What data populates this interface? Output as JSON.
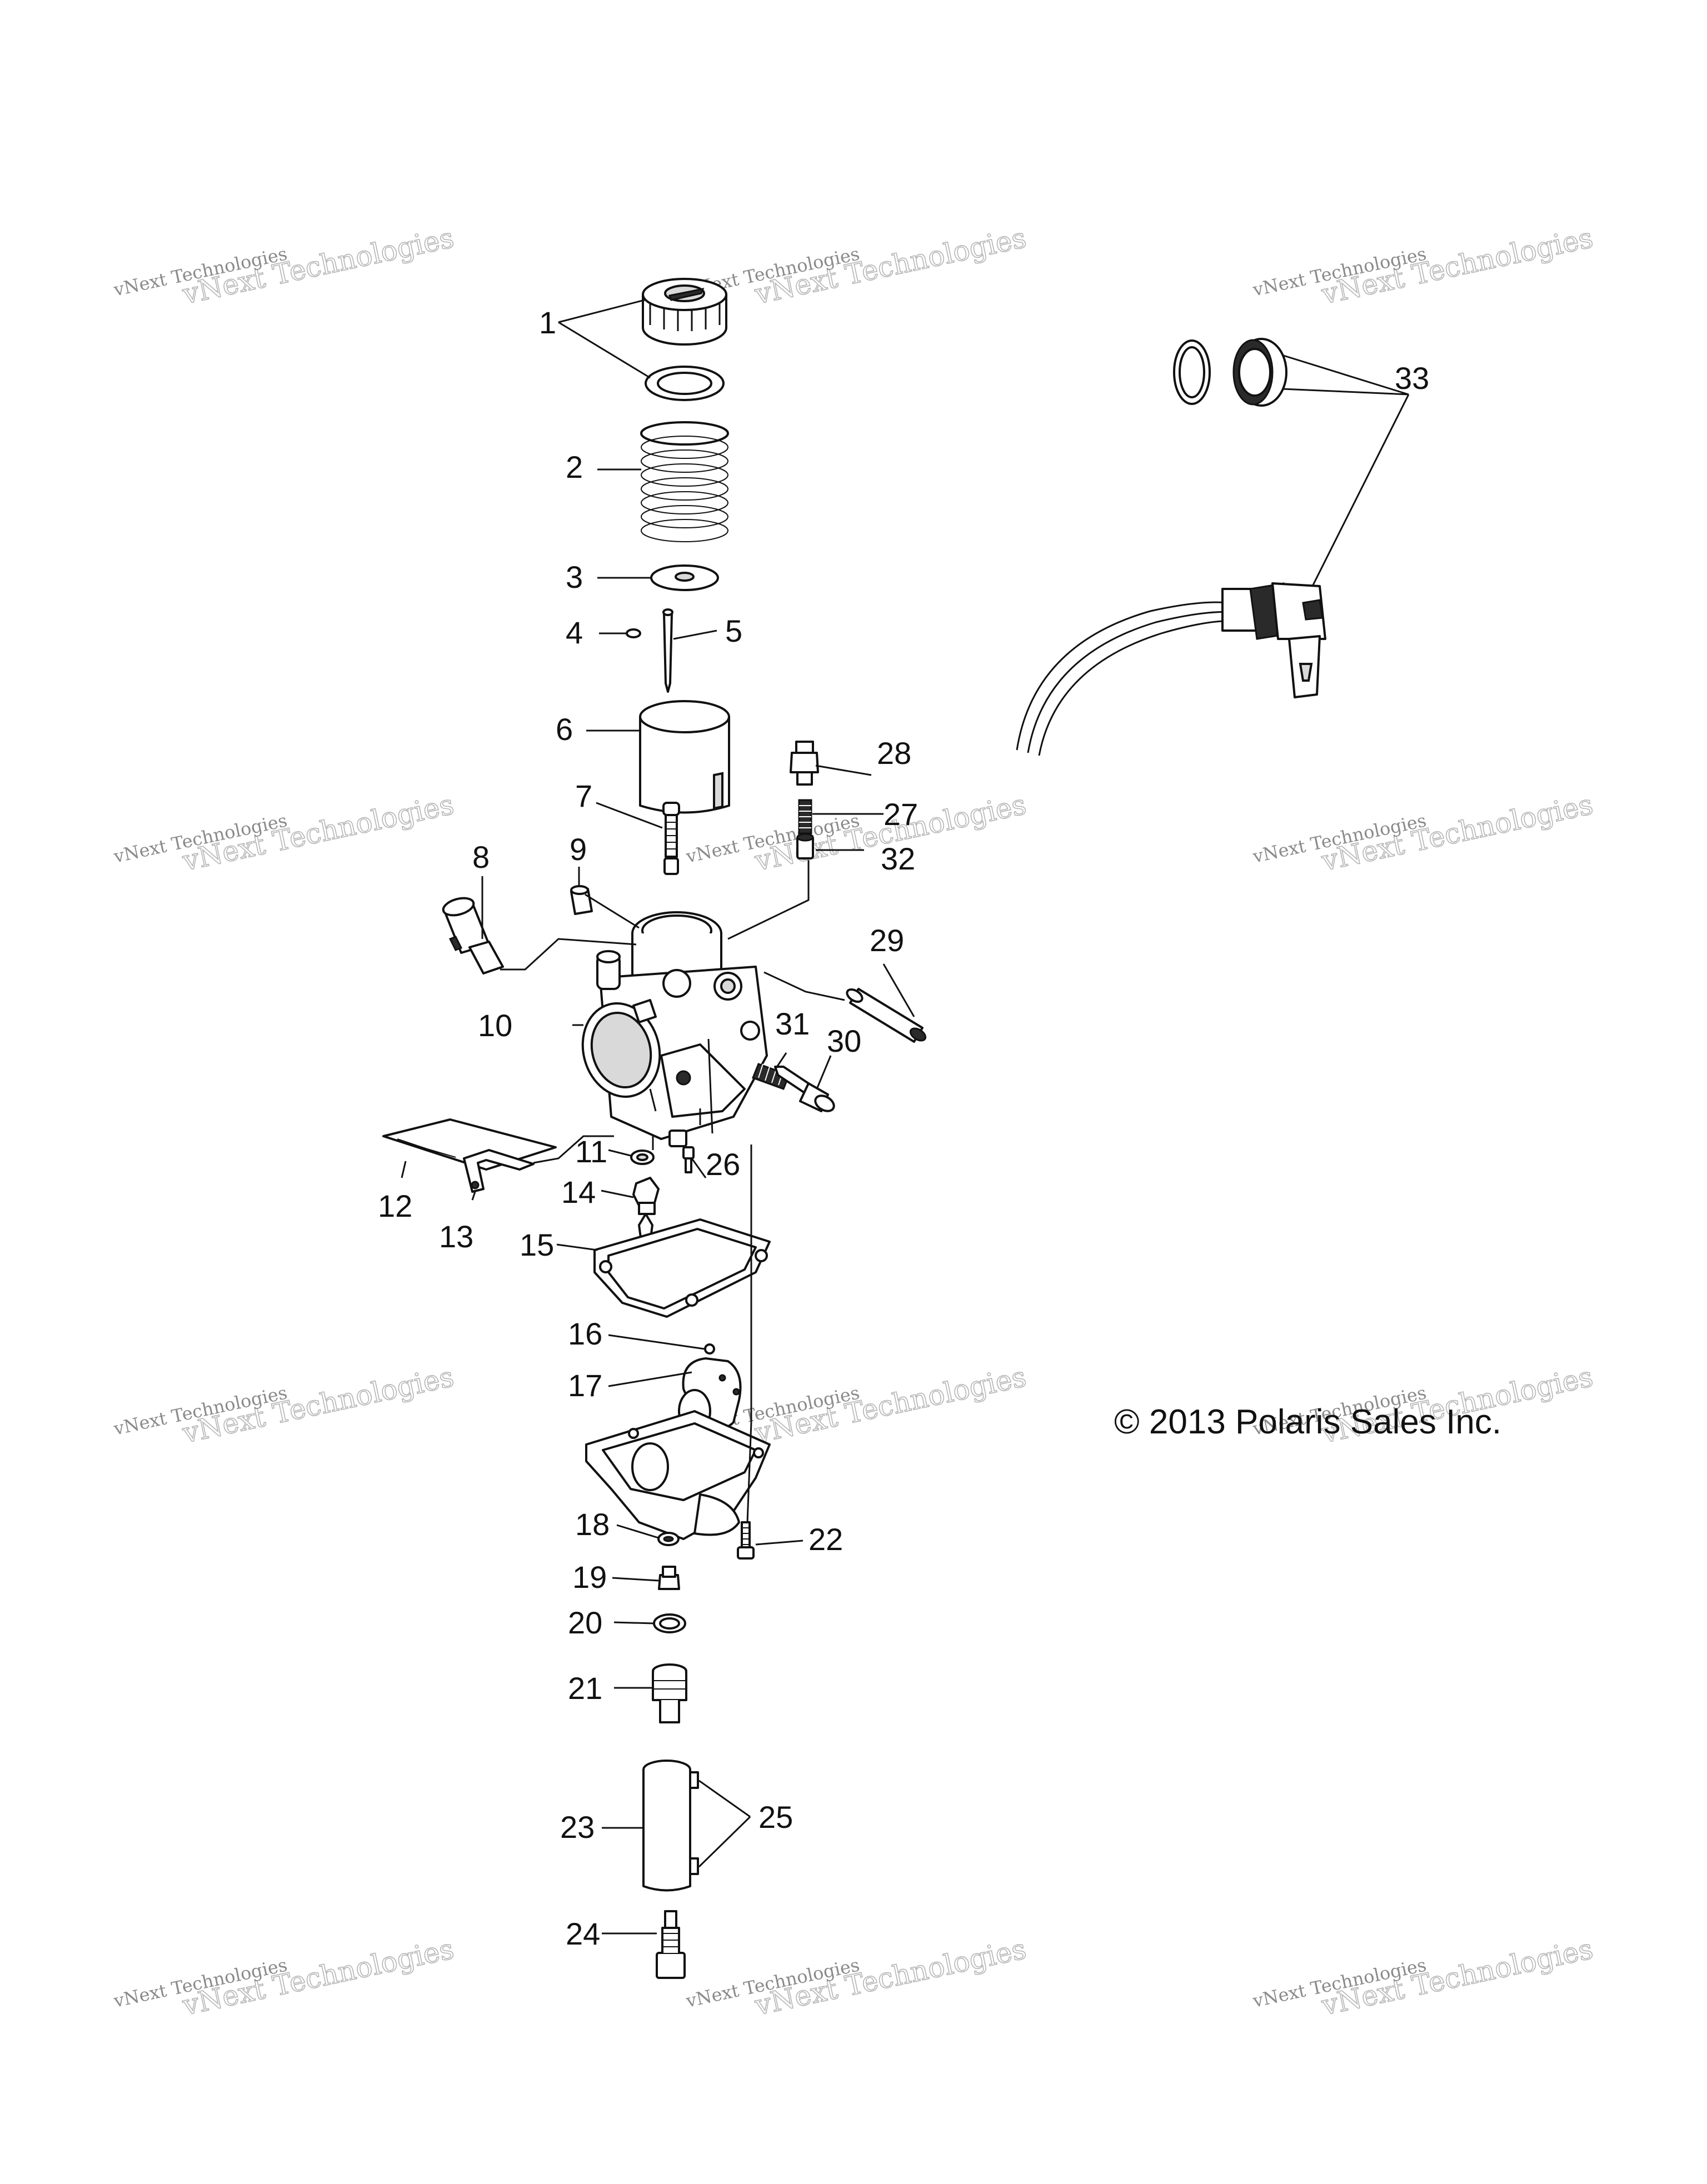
{
  "diagram": {
    "copyright": "© 2013 Polaris Sales Inc.",
    "callouts": [
      "1",
      "2",
      "3",
      "4",
      "5",
      "6",
      "7",
      "8",
      "9",
      "10",
      "11",
      "12",
      "13",
      "14",
      "15",
      "16",
      "17",
      "18",
      "19",
      "20",
      "21",
      "22",
      "23",
      "24",
      "25",
      "26",
      "27",
      "28",
      "29",
      "30",
      "31",
      "32",
      "33"
    ],
    "watermark": {
      "line1": "vNext Technologies",
      "line2": "vNext Technologies"
    }
  }
}
